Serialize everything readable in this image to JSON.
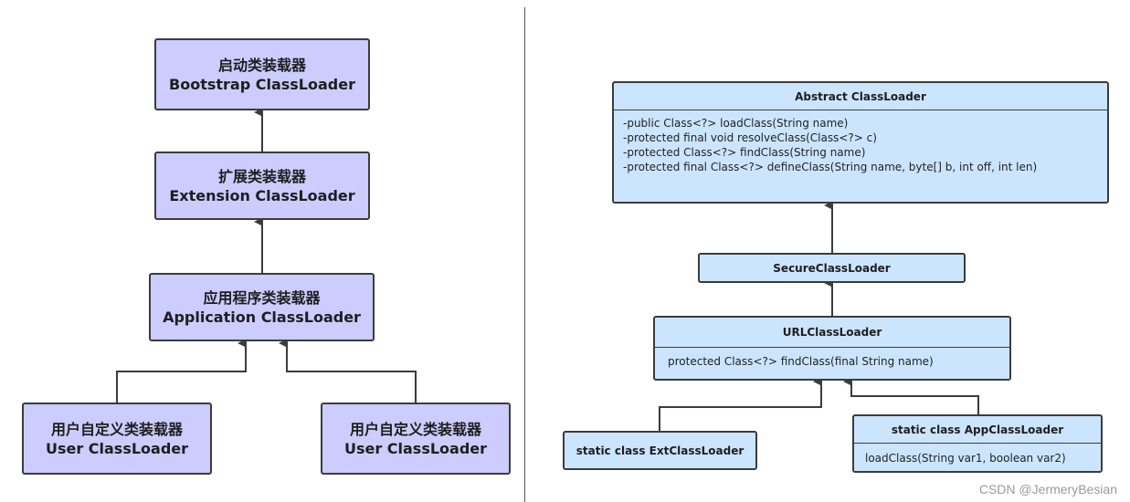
{
  "left": {
    "bootstrap": {
      "line1": "启动类装载器",
      "line2": "Bootstrap ClassLoader"
    },
    "extension": {
      "line1": "扩展类装载器",
      "line2": "Extension  ClassLoader"
    },
    "application": {
      "line1": "应用程序类装载器",
      "line2": "Application ClassLoader"
    },
    "user_left": {
      "line1": "用户自定义类装载器",
      "line2": "User ClassLoader"
    },
    "user_right": {
      "line1": "用户自定义类装载器",
      "line2": "User ClassLoader"
    }
  },
  "right": {
    "abstract": {
      "title": "Abstract  ClassLoader",
      "methods": [
        "-public Class<?> loadClass(String name)",
        "-protected final void resolveClass(Class<?> c)",
        "-protected Class<?> findClass(String name)",
        "-protected final Class<?> defineClass(String name, byte[] b, int off, int len)"
      ]
    },
    "secure": {
      "title": "SecureClassLoader"
    },
    "url": {
      "title": "URLClassLoader",
      "method": "protected Class<?> findClass(final String name)"
    },
    "ext": {
      "title": "static class ExtClassLoader"
    },
    "app": {
      "title": "static class AppClassLoader",
      "method": "loadClass(String var1, boolean var2)"
    }
  },
  "watermark": "CSDN @JermeryBesian"
}
